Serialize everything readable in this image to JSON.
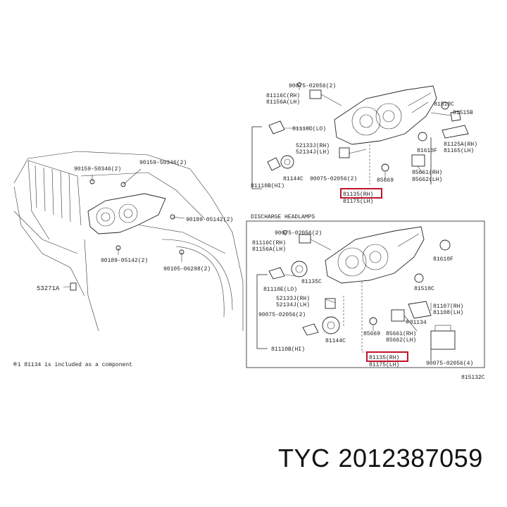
{
  "caption": {
    "brand": "TYC",
    "part_number": "2012387059"
  },
  "diagram": {
    "section_title": "DISCHARGE HEADLAMPS",
    "footnote": "※1 81134 is included as a component",
    "figure_code": "815132C",
    "callouts_vehicle": [
      "90159-50346(2)",
      "90159-50346(2)",
      "90189-05142(2)",
      "90189-05142(2)",
      "90105-06298(2)",
      "53271A"
    ],
    "callouts_top": [
      "90075-02056(2)",
      "81116C(RH)",
      "81156A(LH)",
      "81110D(LO)",
      "81510C",
      "81515B",
      "81125A(RH)",
      "81165(LH)",
      "81610F",
      "52133J(RH)",
      "52134J(LH)",
      "90075-02056(2)",
      "81144C",
      "81110B(HI)",
      "85669",
      "85661(RH)",
      "85662(LH)",
      "81135(RH)",
      "81175(LH)"
    ],
    "callouts_bottom": [
      "90075-02056(2)",
      "81116C(RH)",
      "81156A(LH)",
      "81135C",
      "81610F",
      "81110E(LO)",
      "81510C",
      "52133J(RH)",
      "52134J(LH)",
      "90075-02056(2)",
      "81107(RH)",
      "81108(LH)",
      "※81134",
      "81144C",
      "85669",
      "85661(RH)",
      "85662(LH)",
      "81110B(HI)",
      "81135(RH)",
      "81175(LH)",
      "90075-02056(4)"
    ],
    "highlight_color": "#c0142a"
  }
}
